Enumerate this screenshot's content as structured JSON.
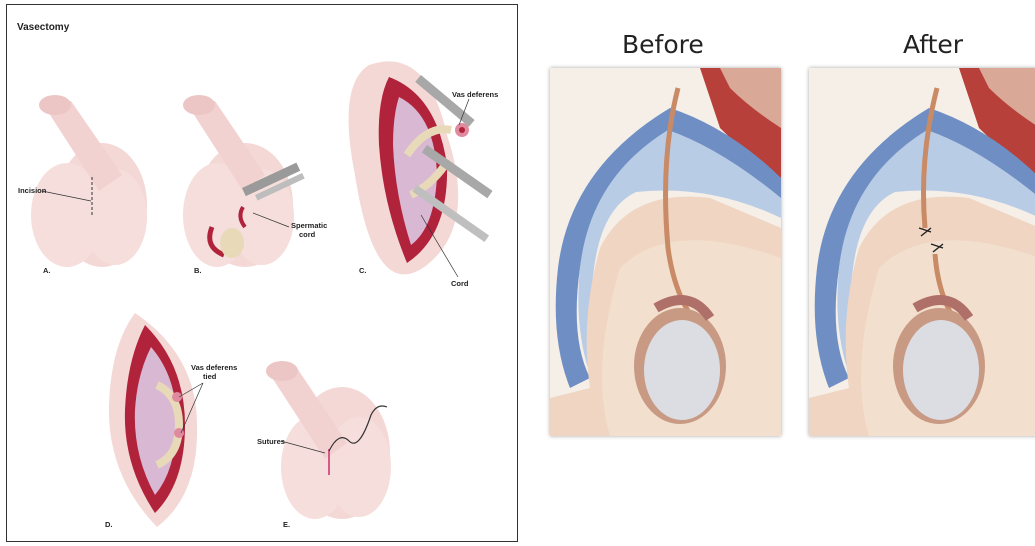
{
  "left_figure": {
    "title": "Vasectomy",
    "labels": {
      "incision": "Incision",
      "spermatic_cord_1": "Spermatic",
      "spermatic_cord_2": "cord",
      "vas_deferens": "Vas deferens",
      "cord": "Cord",
      "vas_deferens_tied_1": "Vas deferens",
      "vas_deferens_tied_2": "tied",
      "sutures": "Sutures"
    },
    "steps": [
      "A.",
      "B.",
      "C.",
      "D.",
      "E."
    ]
  },
  "right_figure": {
    "before_label": "Before",
    "after_label": "After"
  },
  "colors": {
    "skin": "#f3d4d2",
    "skin_dark": "#e6b3b1",
    "wound_red": "#b0233a",
    "wound_inner": "#d9b8d4",
    "vas": "#e8d9b8",
    "tool": "#9a9a9a",
    "spine_blue": "#6f8fc4",
    "tissue": "#f2dccb",
    "testis": "#dcdde3"
  }
}
